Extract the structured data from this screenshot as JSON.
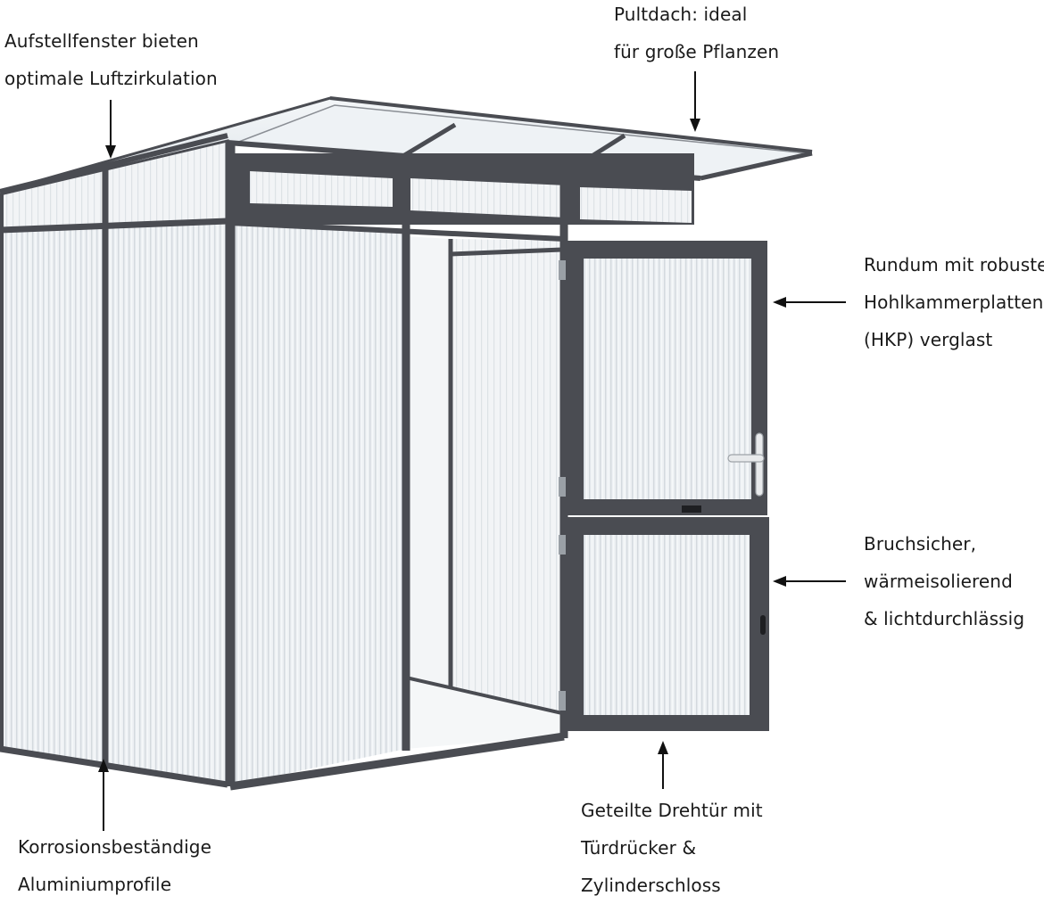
{
  "labels": {
    "vents": [
      "Aufstellfenster bieten",
      "optimale Luftzirkulation"
    ],
    "roof": [
      "Pultdach: ideal",
      "für große Pflanzen"
    ],
    "panels": [
      "Rundum mit robusten",
      "Hohlkammerplatten",
      "(HKP) verglast"
    ],
    "properties": [
      "Bruchsicher,",
      "wärmeisolierend",
      "& lichtdurchlässig"
    ],
    "profiles": [
      "Korrosionsbeständige",
      "Aluminiumprofile"
    ],
    "door": [
      "Geteilte Drehtür mit",
      "Türdrücker &",
      "Zylinderschloss"
    ]
  },
  "colors": {
    "frame": "#4a4c52",
    "panel": "#eef1f3",
    "glass": "#f6f8f9",
    "text": "#1a1a1a"
  }
}
